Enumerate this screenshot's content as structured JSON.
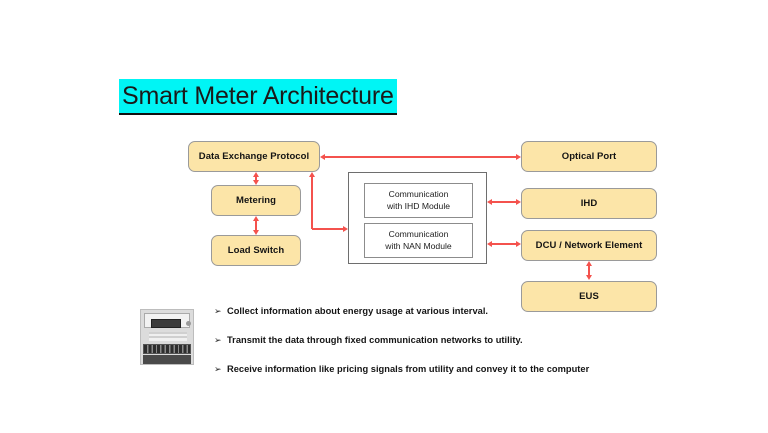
{
  "slide": {
    "title": "Smart Meter Architecture",
    "background_color": "#ffffff",
    "title_highlight_color": "#00f5f5",
    "node_fill_color": "#fce5a8",
    "node_border_color": "#9a9a9a",
    "arrow_color": "#f4524d"
  },
  "diagram": {
    "left_column": [
      {
        "label": "Data Exchange Protocol"
      },
      {
        "label": "Metering"
      },
      {
        "label": "Load Switch"
      }
    ],
    "center": {
      "modules": [
        {
          "line1": "Communication",
          "line2": "with IHD Module"
        },
        {
          "line1": "Communication",
          "line2": "with NAN Module"
        }
      ]
    },
    "right_column": [
      {
        "label": "Optical Port"
      },
      {
        "label": "IHD"
      },
      {
        "label": "DCU / Network Element"
      },
      {
        "label": "EUS"
      }
    ],
    "connections": [
      {
        "from": "Data Exchange Protocol",
        "to": "Optical Port",
        "style": "double"
      },
      {
        "from": "Data Exchange Protocol",
        "to": "Metering",
        "style": "double"
      },
      {
        "from": "Metering",
        "to": "Load Switch",
        "style": "double"
      },
      {
        "from": "Communication with IHD Module",
        "to": "IHD",
        "style": "double"
      },
      {
        "from": "Communication with NAN Module",
        "to": "DCU / Network Element",
        "style": "double"
      },
      {
        "from": "Communication modules",
        "to": "Data Exchange Protocol",
        "style": "elbow"
      },
      {
        "from": "DCU / Network Element",
        "to": "EUS",
        "style": "double"
      }
    ]
  },
  "meter": {
    "alt": "electric-smart-meter-photo"
  },
  "bullets": {
    "marker": "➢",
    "items": [
      "Collect information about energy usage at various interval.",
      "Transmit the data through fixed communication networks to utility.",
      "Receive information like pricing signals from utility and convey it to the computer"
    ]
  }
}
